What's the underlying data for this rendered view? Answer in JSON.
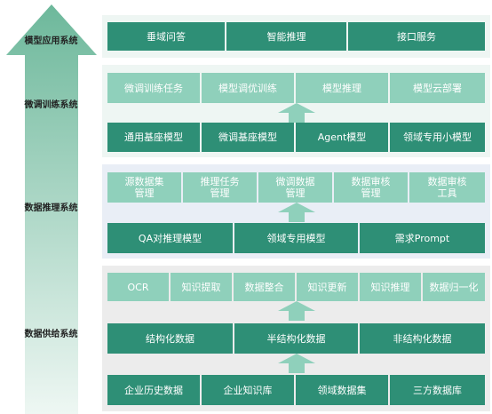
{
  "layers": {
    "app": "模型应用系统",
    "finetune": "微调训练系统",
    "inference": "数据推理系统",
    "supply": "数据供给系统"
  },
  "app_row": [
    "垂域问答",
    "智能推理",
    "接口服务"
  ],
  "finetune_top": [
    "微调训练任务",
    "模型调优训练",
    "模型推理",
    "模型云部署"
  ],
  "finetune_bottom": [
    "通用基座模型",
    "微调基座模型",
    "Agent模型",
    "领域专用小模型"
  ],
  "inference_top": [
    "源数据集\n管理",
    "推理任务\n管理",
    "微调数据\n管理",
    "数据审核\n管理",
    "数据审核\n工具"
  ],
  "inference_bottom": [
    "QA对推理模型",
    "领域专用模型",
    "需求Prompt"
  ],
  "supply_top": [
    "OCR",
    "知识提取",
    "数据整合",
    "知识更新",
    "知识推理",
    "数据归一化"
  ],
  "supply_mid": [
    "结构化数据",
    "半结构化数据",
    "非结构化数据"
  ],
  "supply_bottom": [
    "企业历史数据",
    "企业知识库",
    "领域数据集",
    "三方数据库"
  ],
  "colors": {
    "dark": "#2e8f76",
    "light": "#8fd0bb",
    "arrow": "#8fd0bb"
  }
}
